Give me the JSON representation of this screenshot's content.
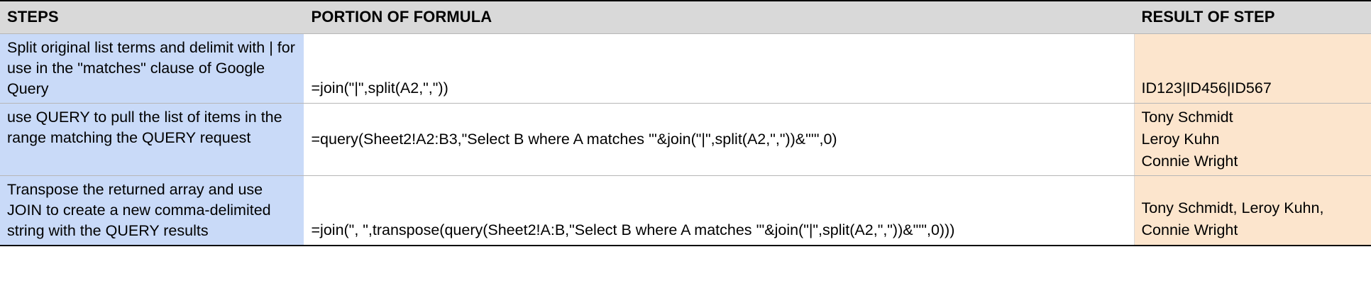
{
  "table": {
    "headers": [
      {
        "label": "STEPS",
        "key": "steps"
      },
      {
        "label": "PORTION OF FORMULA",
        "key": "formula"
      },
      {
        "label": "RESULT OF STEP",
        "key": "result"
      }
    ],
    "rows": [
      {
        "step": "Split original list terms and delimit with | for use in the \"matches\" clause of Google Query",
        "formula": "=join(\"|\",split(A2,\",\"))",
        "result_lines": [
          "ID123|ID456|ID567"
        ]
      },
      {
        "step": "use QUERY to pull the list of items in the range matching the QUERY request",
        "formula": "=query(Sheet2!A2:B3,\"Select B where A matches '\"&join(\"|\",split(A2,\",\"))&\"'\",0)",
        "result_lines": [
          "Tony Schmidt",
          "Leroy Kuhn",
          "Connie Wright"
        ]
      },
      {
        "step": "Transpose the returned array and use JOIN to create a new comma-delimited string with the QUERY results",
        "formula": "=join(\", \",transpose(query(Sheet2!A:B,\"Select B where A matches '\"&join(\"|\",split(A2,\",\"))&\"'\",0)))",
        "result_lines": [
          "Tony Schmidt, Leroy Kuhn,",
          "Connie Wright"
        ]
      }
    ]
  },
  "colors": {
    "header_background": "#d9d9d9",
    "step_background": "#c9daf8",
    "formula_background": "#ffffff",
    "result_background": "#fce5cd",
    "border": "#b7b7b7",
    "text": "#000000"
  }
}
